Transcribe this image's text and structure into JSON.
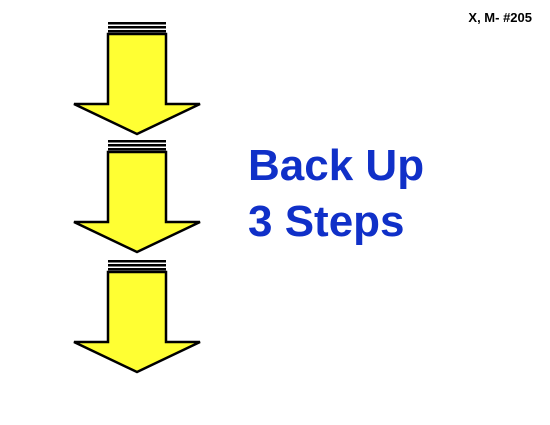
{
  "card": {
    "code": "X, M- #205",
    "instruction_lines": [
      "Back Up",
      "3 Steps"
    ],
    "arrow_count": 3,
    "arrow_direction": "down",
    "arrow_icon": "down-arrow-icon"
  },
  "colors": {
    "arrow_fill": "#ffff33",
    "arrow_stroke": "#000000",
    "text": "#1030c8",
    "code_text": "#000000",
    "background": "#ffffff"
  }
}
